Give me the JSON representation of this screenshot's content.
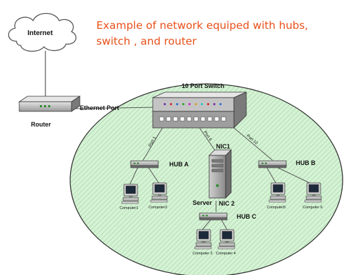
{
  "title": {
    "line1": "Example of network equiped with hubs,",
    "line2": "switch , and router"
  },
  "labels": {
    "internet": "Internet",
    "router": "Router",
    "ethernet_port": "Ethernet Port",
    "switch": "10 Port Switch",
    "hub_a": "HUB A",
    "hub_b": "HUB B",
    "hub_c": "HUB C",
    "nic1": "NIC1",
    "nic2": "NIC 2",
    "server": "Server",
    "port1": "Port 1",
    "port6": "Port 6",
    "port10": "Port 10",
    "computer1": "Computer1",
    "computer2": "Computer2",
    "computer3": "Computer 3",
    "computer4": "Computer 4",
    "computer5": "Computer5",
    "computer6": "Computer 6"
  },
  "colors": {
    "title": "#e8501a",
    "lan_fill": "#d6f2d6",
    "lan_hatch": "#a8dca8",
    "device_gray": "#b9b9b9",
    "led_colors": [
      "#7b3fb0",
      "#d43a3a",
      "#3a7bd4",
      "#3aa83a",
      "#c83ac8",
      "#d4a23a",
      "#3ac8c8",
      "#d43a3a",
      "#7b3fb0",
      "#3a7bd4"
    ]
  }
}
